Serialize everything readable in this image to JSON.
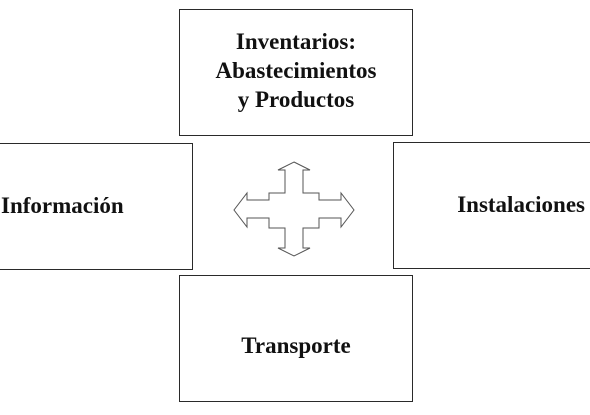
{
  "diagram": {
    "top_box": {
      "line1": "Inventarios:",
      "line2": "Abastecimientos",
      "line3": "y Productos"
    },
    "left_box": {
      "label": "Información"
    },
    "right_box": {
      "label": "Instalaciones"
    },
    "bottom_box": {
      "label": "Transporte"
    },
    "center_arrow": {
      "icon": "four-way-arrow-icon",
      "stroke": "#555555"
    },
    "colors": {
      "border": "#2a2a2a",
      "text": "#111111",
      "background": "#ffffff"
    }
  }
}
